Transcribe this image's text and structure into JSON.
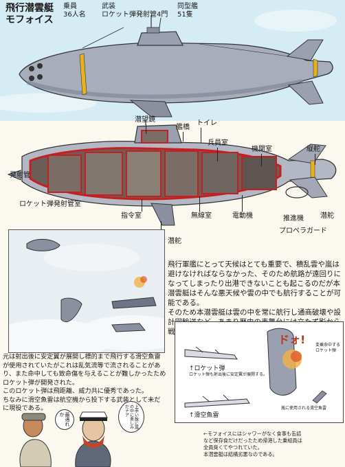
{
  "title": {
    "line1": "飛行潜雲艇",
    "line2": "モフォイス"
  },
  "specs": {
    "crew_label": "乗員",
    "crew_value": "36人名",
    "arms_label": "武装",
    "arms_value": "ロケット弾発射管4門",
    "sister_label": "同型艦",
    "sister_value": "51隻"
  },
  "cutaway_labels": {
    "periscope": "潜望鏡",
    "bridge": "艦橋",
    "toilet": "トイレ",
    "crew_room": "兵員室",
    "engine_room": "機関室",
    "rudder_vertical": "縦舵",
    "launch_tube": "発射管",
    "rocket_room": "ロケット弾発射管室",
    "command_room": "指令室",
    "radio_room": "無線室",
    "electric_motor": "電動機",
    "propulsion": "推進機",
    "dive_rudder": "潜舵",
    "propeller_guard": "プロペラガード",
    "dive_rudder_front": "潜舵"
  },
  "main_paragraph": [
    "飛行軍艦にとって天候はとても重要で、積乱雲や嵐は避けなければならなかった、そのため航路が遠回りになってしまったり出港できないことも起こるのだが本潜雲艇はそんな悪天候や雲の中でも航行することが可能である。",
    "そのため本潜雲艇は雲の中を常に航行し通商破壊や設計図輸送など、あまり歴史の表舞台には立たず影から戦いを支えた。"
  ],
  "lower_paragraph": [
    "元は射出後に安定翼が展開し標的まで飛行する滑空魚雷が使用されていたがこれは乱気流等で流されることがあり、また命中しても致命傷を与えることが難しかったためロケット弾が開発された。",
    "このロケット弾は飛距離、威力共に優秀であった。",
    "ちなみに滑空魚雷は航空機から投下する武装として未だに現役である。"
  ],
  "weapons_panel": {
    "sfx": "ドォ!",
    "impact_caption": "変乗命中する\nロケット弾",
    "rocket_label": "↑ロケット弾",
    "rocket_note": "ロケット弾も射出後に安定翼が展開する。",
    "torpedo_label": "↑滑空魚雷",
    "storm_caption": "嵐に使用される滑空魚雷"
  },
  "speech": {
    "left": "最適れか",
    "right": "上手い飯に嵐の中に楽しみだナア"
  },
  "bottom_note": [
    "←モフォイスにはシャワーがなく食事も缶詰",
    "など保存食だけだったため帰港した乗組員は",
    "全員臭くてやつれていた。",
    "本潜雲艇は結構劣悪なのである。"
  ],
  "colors": {
    "sky": "#d6ecf4",
    "hull": "#a8adbc",
    "hull_dark": "#7d8294",
    "stripe": "#e8b21e",
    "interior_red": "#c61f1f",
    "paper": "#fbf8f0"
  }
}
